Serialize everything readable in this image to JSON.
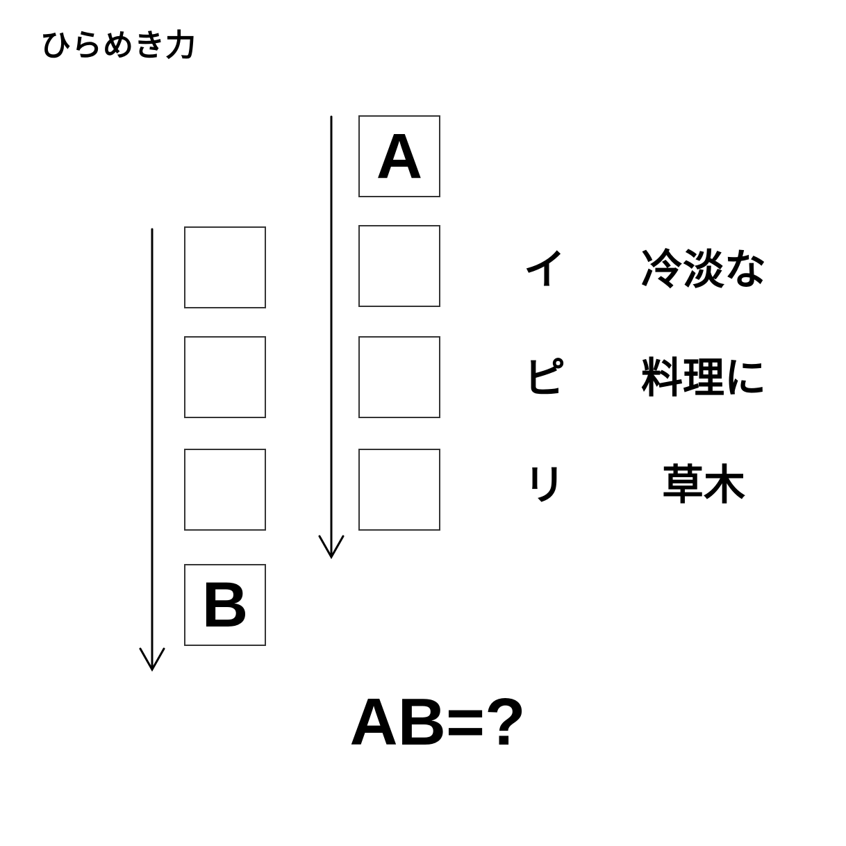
{
  "title": "ひらめき力",
  "column_a": {
    "label": "A"
  },
  "column_b": {
    "label": "B"
  },
  "clues": [
    {
      "kana": "イ",
      "word": "冷淡な"
    },
    {
      "kana": "ピ",
      "word": "料理に"
    },
    {
      "kana": "リ",
      "word": "草木"
    }
  ],
  "question": "AB=?",
  "colors": {
    "text": "#000000",
    "box_border": "#333333",
    "background": "#ffffff"
  }
}
